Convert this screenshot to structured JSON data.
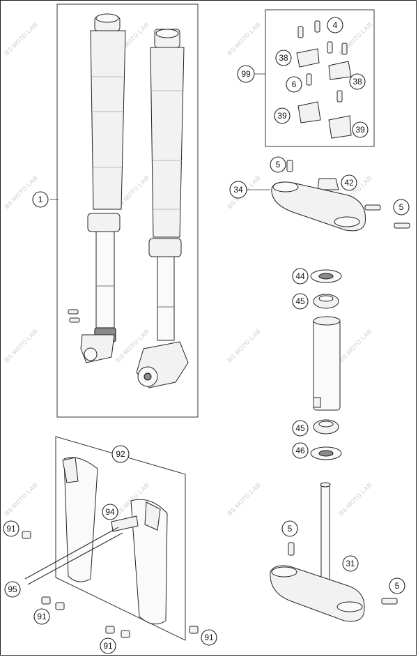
{
  "watermark_text": "BS MOTO LAB",
  "callouts": {
    "fork_assembly": "1",
    "screw_a": "4",
    "clamp_38a": "38",
    "clamp_38b": "38",
    "screw_6": "6",
    "clamp_39a": "39",
    "clamp_39b": "39",
    "handlebar_kit": "99",
    "screw_top": "5",
    "nut_42": "42",
    "upper_clamp": "34",
    "screw_right_upper": "5",
    "seal_44": "44",
    "bearing_45a": "45",
    "bearing_45b": "45",
    "seal_46": "46",
    "fork_guard_kit": "92",
    "clip_94": "94",
    "nut_91_left": "91",
    "screw_95": "95",
    "nut_91_a": "91",
    "nut_91_b": "91",
    "nut_91_c": "91",
    "screw_lower_left": "5",
    "lower_clamp": "31",
    "screw_lower_right": "5"
  }
}
